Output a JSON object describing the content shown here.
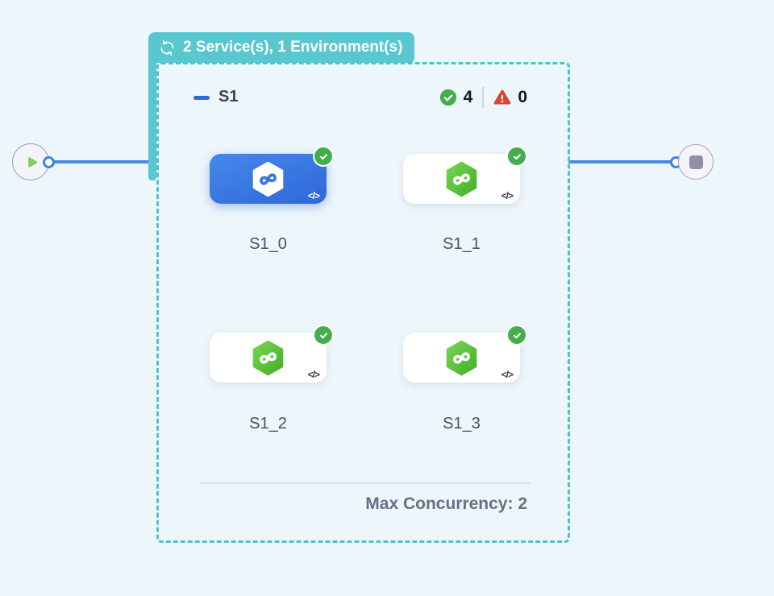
{
  "header_tab": {
    "label": "2 Service(s), 1 Environment(s)",
    "icon": "loop-icon",
    "background": "#58c7cf"
  },
  "stage": {
    "name": "S1",
    "success_count": "4",
    "failure_count": "0",
    "max_concurrency": "Max Concurrency: 2",
    "services": [
      {
        "id": "S1_0",
        "selected": true,
        "status": "success"
      },
      {
        "id": "S1_1",
        "selected": false,
        "status": "success"
      },
      {
        "id": "S1_2",
        "selected": false,
        "status": "success"
      },
      {
        "id": "S1_3",
        "selected": false,
        "status": "success"
      }
    ]
  },
  "code_glyph": "</>",
  "nodes": {
    "start": "play",
    "end": "stop"
  },
  "colors": {
    "background": "#edf6fa",
    "teal": "#58c7cf",
    "dashed_border": "#4fc3cc",
    "connector_blue": "#4b88e2",
    "selected_blue": "#3a78e0",
    "success_green": "#44ae4f",
    "error_red": "#dc4631",
    "hex_green_light": "#79d554",
    "hex_green_dark": "#43ae27"
  }
}
